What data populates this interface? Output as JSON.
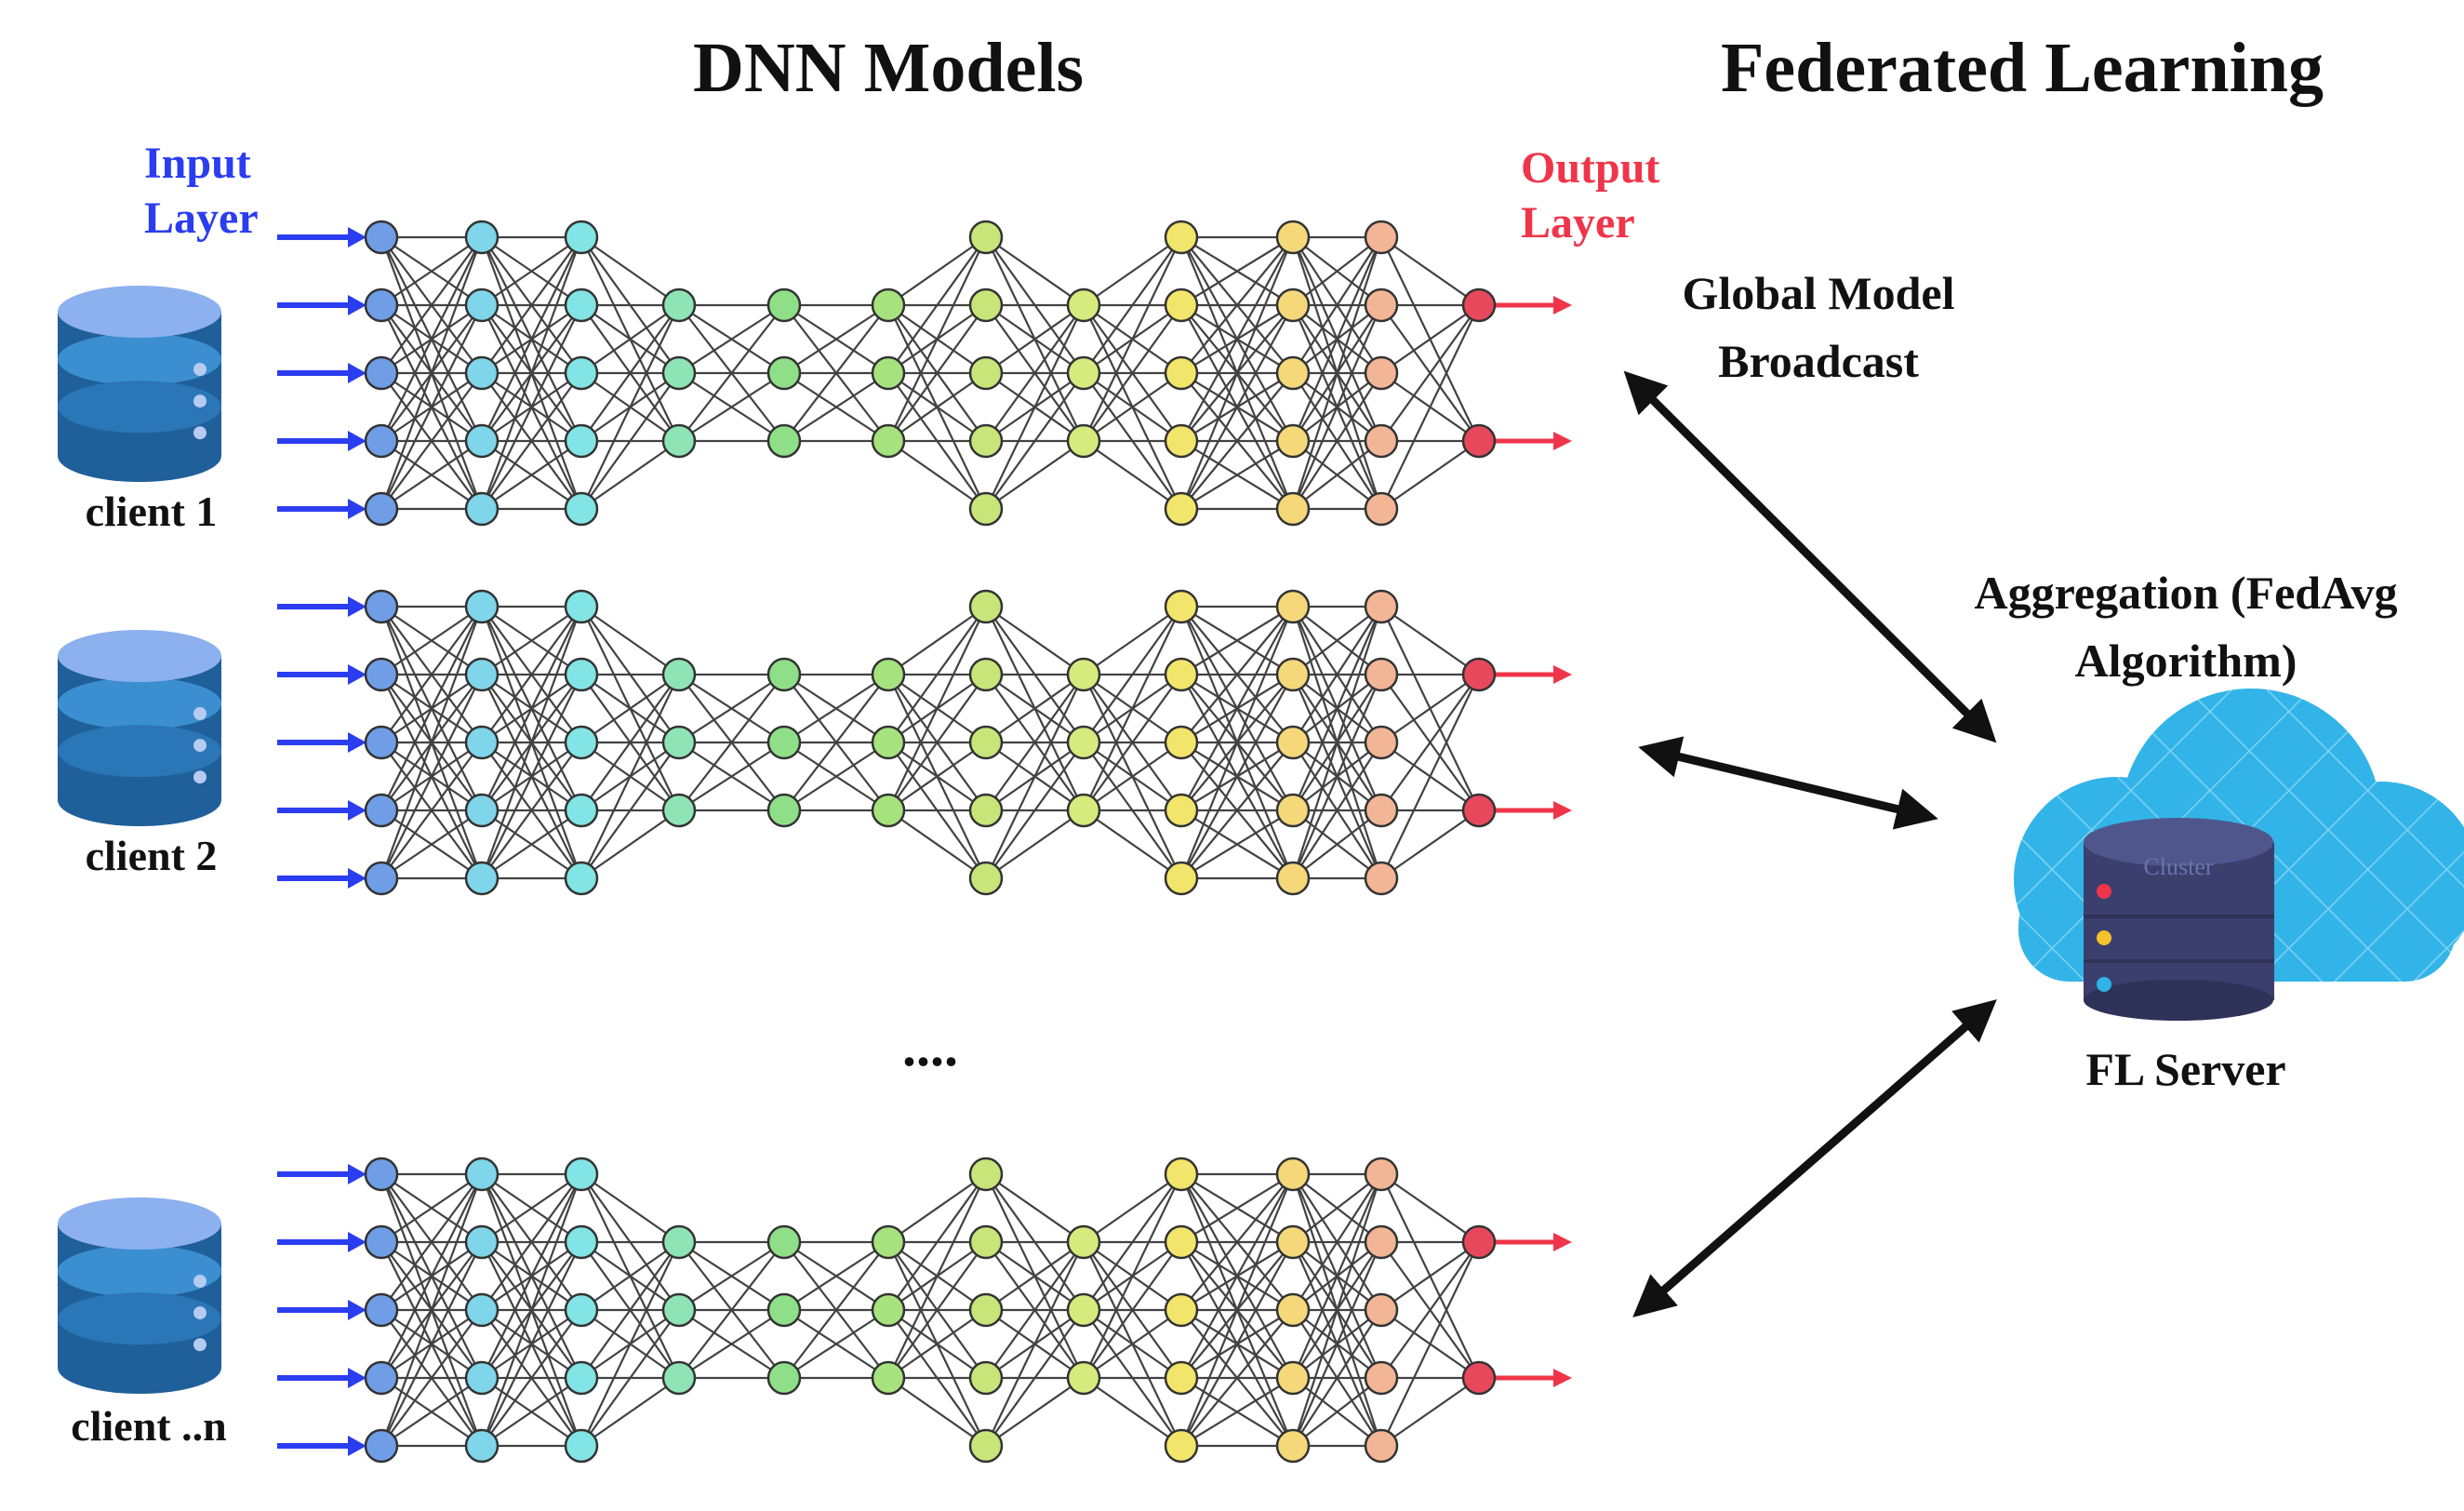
{
  "titles": {
    "dnn": "DNN Models",
    "fl": "Federated Learning"
  },
  "input_layer": {
    "line1": "Input",
    "line2": "Layer"
  },
  "output_layer": {
    "line1": "Output",
    "line2": "Layer"
  },
  "broadcast": {
    "line1": "Global Model",
    "line2": "Broadcast"
  },
  "aggregation": {
    "line1": "Aggregation (FedAvg",
    "line2": "Algorithm)"
  },
  "server": {
    "label": "FL Server",
    "db_text": "Cluster"
  },
  "ellipsis": "....",
  "clients": [
    {
      "label": "client 1"
    },
    {
      "label": "client 2"
    },
    {
      "label": "client ..n"
    }
  ],
  "network": {
    "layer_node_counts": [
      5,
      5,
      5,
      3,
      3,
      3,
      5,
      3,
      5,
      5,
      5,
      2
    ],
    "layer_colors": [
      "#6f9ee6",
      "#7fd6ea",
      "#82e4e4",
      "#8fe4b6",
      "#8fdf88",
      "#a6e37e",
      "#c8e57a",
      "#d7ea7e",
      "#f2e56b",
      "#f4d87a",
      "#f2b697",
      "#e8485c"
    ]
  },
  "colors": {
    "input_arrow": "#2b3df0",
    "output_arrow": "#f0354a",
    "db_light": "#8db0ef",
    "db_mid": "#3b8fd1",
    "db_dark": "#1f5f9a",
    "cloud": "#2fb2e6",
    "server_db": "#3a3f6e"
  }
}
